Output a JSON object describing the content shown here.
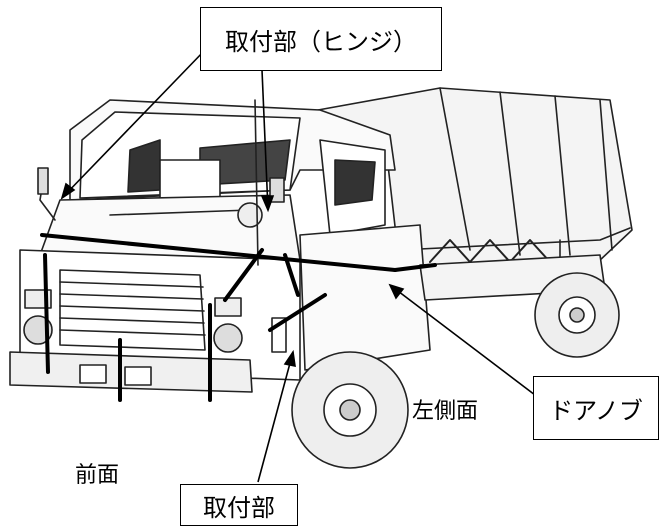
{
  "labels": {
    "hinge_mount": "取付部（ヒンジ）",
    "door_knob": "ドアノブ",
    "left_side": "左側面",
    "front": "前面",
    "mount": "取付部"
  }
}
